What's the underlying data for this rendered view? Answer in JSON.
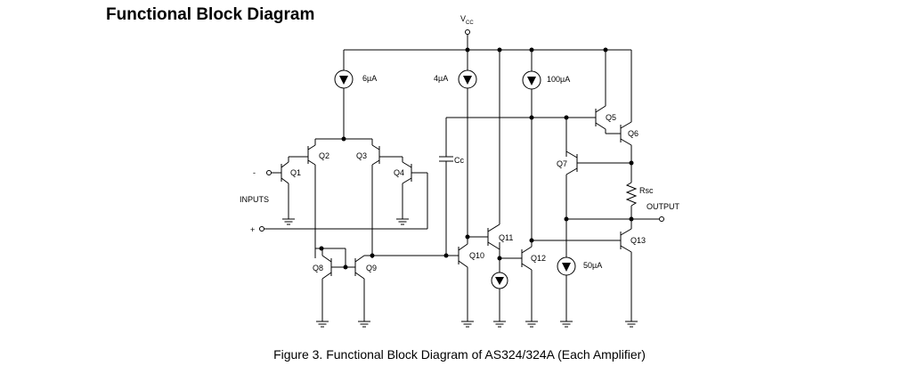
{
  "header": {
    "title": "Functional Block Diagram"
  },
  "figure": {
    "caption": "Figure 3. Functional Block Diagram of AS324/324A (Each Amplifier)"
  },
  "labels": {
    "vcc_main": "V",
    "vcc_sub": "CC",
    "cs_6": "6µA",
    "cs_4": "4µA",
    "cs_100": "100µA",
    "cs_50": "50µA",
    "q1": "Q1",
    "q2": "Q2",
    "q3": "Q3",
    "q4": "Q4",
    "q5": "Q5",
    "q6": "Q6",
    "q7": "Q7",
    "q8": "Q8",
    "q9": "Q9",
    "q10": "Q10",
    "q11": "Q11",
    "q12": "Q12",
    "q13": "Q13",
    "cc": "Cc",
    "rsc": "Rsc",
    "inputs": "INPUTS",
    "minus": "-",
    "plus": "+",
    "output": "OUTPUT"
  }
}
